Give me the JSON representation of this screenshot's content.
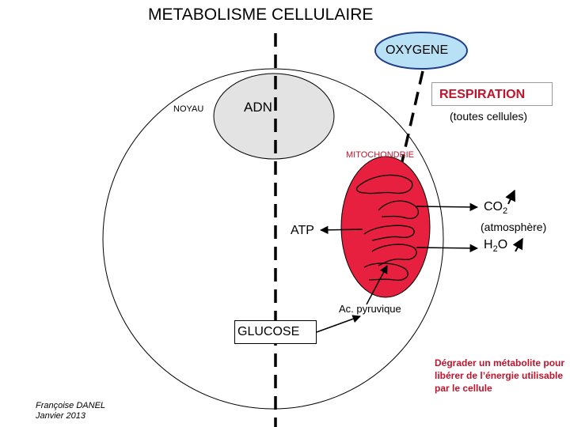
{
  "title": "METABOLISME CELLULAIRE",
  "oxygen_label": "OXYGENE",
  "respiration": {
    "label": "RESPIRATION",
    "sub": "(toutes cellules)"
  },
  "nucleus": {
    "label": "NOYAU",
    "dna": "ADN"
  },
  "mitochondria_label": "MITOCHONDRIE",
  "atp_label": "ATP",
  "co2": {
    "main": "CO",
    "sub": "2"
  },
  "atmosphere_label": "(atmosphère)",
  "h2o": {
    "main": "H",
    "sub": "2",
    "end": "O"
  },
  "pyruvic_label": "Ac. pyruvique",
  "glucose_label": "GLUCOSE",
  "definition": "Dégrader un métabolite pour libérer de l’énergie utilisable par le cellule",
  "author": {
    "name": "Françoise DANEL",
    "date": "Janvier 2013"
  },
  "colors": {
    "mitochondria": "#e8203f",
    "accent_red": "#c0142c",
    "oxygen_fill": "#b9e1f5",
    "nucleus_fill": "#e3e3e3"
  }
}
